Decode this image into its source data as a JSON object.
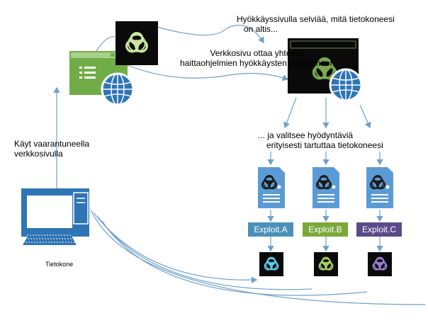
{
  "labels": {
    "visit": [
      "Käyt vaarantuneella",
      "verkkosivulla"
    ],
    "contact": [
      "Verkkosivu ottaa yhteyttä",
      "haittaohjelmien hyökkäysten palvelimeen"
    ],
    "scan": [
      "Hyökkäyssivulla selviää, mitä tietokoneesi",
      "on altis..."
    ],
    "select": [
      "... ja valitsee hyödyntäviä",
      "erityisesti tartuttaa tietokoneesi"
    ],
    "computer": "Tietokone"
  },
  "exploits": [
    {
      "label": "Exploit.A",
      "color": "#4a90b8",
      "glow": "#5bc8e8"
    },
    {
      "label": "Exploit.B",
      "color": "#7aa83a",
      "glow": "#a8d060"
    },
    {
      "label": "Exploit.C",
      "color": "#5b4a8a",
      "glow": "#9a7ad0"
    }
  ],
  "colors": {
    "arrow": "#6fa0cc",
    "server": "#5b9bd5",
    "browser": "#70ad47",
    "globe": "#2e75b6",
    "biohazard": "#c8e6a0"
  },
  "icons": [
    "biohazard-icon",
    "globe-icon",
    "server-icon",
    "computer-icon",
    "browser-window-icon"
  ]
}
